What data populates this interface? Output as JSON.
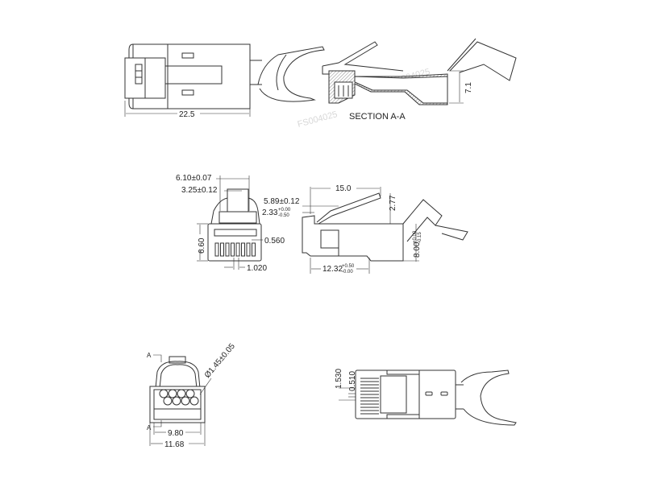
{
  "drawing": {
    "top_view": {
      "length": "22.5"
    },
    "section": {
      "title": "SECTION A-A",
      "height": "7.1"
    },
    "front_view": {
      "width_outer": "6.10±0.07",
      "width_tab": "3.25±0.12",
      "height": "6.60",
      "contact_width": "0.560",
      "contact_pitch": "1.020"
    },
    "side_view": {
      "latch_length": "15.0",
      "latch_offset": "5.89±0.12",
      "nose_length": "2.33",
      "nose_tol_plus": "+0.00",
      "nose_tol_minus": "-0.50",
      "latch_height": "2.77",
      "body_height": "8.00",
      "body_tol_plus": "+0.00",
      "body_tol_minus": "-0.15",
      "body_length": "12.32",
      "body_len_tol_plus": "+0.50",
      "body_len_tol_minus": "-0.00"
    },
    "rear_view": {
      "section_mark_top": "A",
      "section_mark_bottom": "A",
      "hole_diameter": "Ø1.45±0.05",
      "inner_width": "9.80",
      "outer_width": "11.68"
    },
    "bottom_view": {
      "pitch": "1.530",
      "gap": "0.510"
    },
    "watermark": "FS004025"
  }
}
